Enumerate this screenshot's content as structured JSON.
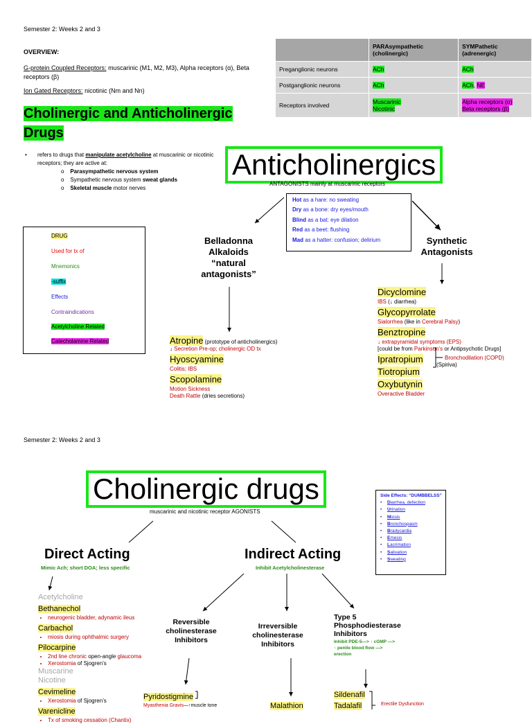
{
  "page1": {
    "header": "Semester 2: Weeks 2 and 3",
    "overview_label": "OVERVIEW:",
    "gpcr_label": "G-protein Coupled Receptors:",
    "gpcr_text": " muscarinic (M1, M2, M3), Alpha receptors (α), Beta receptors (β)",
    "ion_label": "Ion Gated Receptors:",
    "ion_text": " nicotinic (Nm and Nn)",
    "section_title_line1": "Cholinergic and Anticholinergic",
    "section_title_line2": "Drugs",
    "intro_pre": "refers to drugs that ",
    "intro_em": "manipulate acetylcholine",
    "intro_post": " at muscarinic or nicotinic receptors; they are active at:",
    "sub1_bold": "Parasympathetic nervous system",
    "sub2_pre": "Sympathetic nervous system ",
    "sub2_bold": "sweat glands",
    "sub3_bold": "Skeletal muscle",
    "sub3_post": " motor nerves",
    "table": {
      "col1": "PARAsympathetic (cholinergic)",
      "col2": "SYMPathetic (adrenergic)",
      "row1_label": "Preganglionic neurons",
      "row1_a": "ACh",
      "row1_b": "ACh",
      "row2_label": "Postganglionic neurons",
      "row2_a": "ACh",
      "row2_b1": "ACh",
      "row2_b_sep": ", ",
      "row2_b2": "NE",
      "row3_label": "Receptors involved",
      "row3_a1": "Muscarinic",
      "row3_a2": "Nicotinic",
      "row3_b1": "Alpha receptors (α)",
      "row3_b2": "Beta receptors (β)"
    },
    "legend": {
      "drug": "DRUG",
      "used": "Used for tx of",
      "mnemonics": "Mnemonics",
      "suffix": "-suffix",
      "effects": "Effects",
      "contra": "Contraindications",
      "ach": "Acetylcholine Related",
      "cat": "Catecholamine Related"
    },
    "anti_title": "Anticholinergics",
    "anti_sub": "ANTAGONISTS mainly at muscarinic receptors",
    "mnemonic": [
      {
        "b": "Hot",
        "t": " as a hare: no sweating"
      },
      {
        "b": "Dry",
        "t": " as a bone: dry eyes/mouth"
      },
      {
        "b": "Blind",
        "t": " as a bat: eye dilation"
      },
      {
        "b": "Red",
        "t": " as a beet: flushing"
      },
      {
        "b": "Mad",
        "t": " as a hatter: confusion; delirium"
      }
    ],
    "bella_l1": "Belladonna",
    "bella_l2": "Alkaloids",
    "bella_l3": "“natural",
    "bella_l4": "antagonists”",
    "synth_l1": "Synthetic",
    "synth_l2": "Antagonists",
    "atropine": "Atropine",
    "atropine_note": " (prototype of anticholinergics)",
    "atropine_use_pre": "↓ ",
    "atropine_use": "Secretion Pre-op; cholinergic OD tx",
    "hyoscyamine": "Hyoscyamine",
    "hyoscyamine_use": "Colitis; IBS",
    "scopolamine": "Scopolamine",
    "scop_use1": "Motion Sickness",
    "scop_use2": "Death Rattle",
    "scop_note": " (dries secretions)",
    "dicyclomine": "Dicyclomine",
    "dicy_use": "IBS",
    "dicy_note": " (↓ diarrhea)",
    "glyco": "Glycopyrrolate",
    "glyco_use": "Sialorrhea",
    "glyco_note_pre": " (like in ",
    "glyco_note_red": "Cerebral Palsy",
    "glyco_note_post": ")",
    "benz": "Benztropine",
    "benz_use": "↓ extrapyramidal symptoms (EPS)",
    "benz_note_pre": "[could be from ",
    "benz_note_red": "Parkinson’s",
    "benz_note_post": " or Antipsychotic Drugs]",
    "ipra": "Ipratropium",
    "tio": "Tiotropium",
    "ipra_use": "Bronchodilation (COPD)",
    "tio_note": "(Spiriva)",
    "oxy": "Oxybutynin",
    "oxy_use": "Overactive Bladder"
  },
  "page2": {
    "header": "Semester 2: Weeks 2 and 3",
    "title": "Cholinergic drugs",
    "sub": "muscarinic and nicotinic receptor AGONISTS",
    "side_title": "Side Effects: “DUMBBELSS”",
    "side_effects": [
      {
        "f": "D",
        "r": "iarrhea, defection"
      },
      {
        "f": "U",
        "r": "rination"
      },
      {
        "f": "M",
        "r": "iosis"
      },
      {
        "f": "B",
        "r": "ronchospasm"
      },
      {
        "f": "B",
        "r": "radycardia"
      },
      {
        "f": "E",
        "r": "mesis"
      },
      {
        "f": "L",
        "r": "acrimation"
      },
      {
        "f": "S",
        "r": "alivation"
      },
      {
        "f": "S",
        "r": "weating"
      }
    ],
    "direct": "Direct Acting",
    "direct_sub": "Mimic Ach; short DOA; less specific",
    "indirect": "Indirect Acting",
    "indirect_sub": "Inhibit Acetylcholinesterase",
    "acetylcholine": "Acetylcholine",
    "bethanechol": "Bethanechol",
    "beth_use": "neurogenic bladder, adynamic ileus",
    "carbachol": "Carbachol",
    "carb_use": "miosis during ophthalmic surgery",
    "pilocarpine": "Pilocarpine",
    "pilo_use1_a": "2nd line chronic ",
    "pilo_use1_b": "open-angle ",
    "pilo_use1_c": "glaucoma",
    "pilo_use2_a": "Xerostomia",
    "pilo_use2_b": " of Sjogren’s",
    "muscarine": "Muscarine",
    "nicotine": "Nicotine",
    "cevimeline": "Cevimeline",
    "cevi_use_a": "Xerostomia",
    "cevi_use_b": " of Sjogren’s",
    "varenicline": "Varenicline",
    "vare_use": "Tx of smoking cessation (Chantix)",
    "rev_l1": "Reversible",
    "rev_l2": "cholinesterase",
    "rev_l3": "Inhibitors",
    "irr_l1": "Irreversible",
    "irr_l2": "cholinesterase",
    "irr_l3": "Inhibitors",
    "pde_l1": "Type 5",
    "pde_l2": "Phosphodiesterase",
    "pde_l3": "Inhibitors",
    "pde_sub1": "Inhibit PDE-5—> ↑ cGMP —>",
    "pde_sub2": "↑ penile blood flow —>",
    "pde_sub3": "erection",
    "pyrido": "Pyridostigmine",
    "pyrido_use_a": "Myasthenia Gravis",
    "pyrido_use_b": "—↑muscle tone",
    "malathion": "Malathion",
    "sildenafil": "Sildenafil",
    "tadalafil": "Tadalafil",
    "ed": "Erectile Dysfunction"
  }
}
